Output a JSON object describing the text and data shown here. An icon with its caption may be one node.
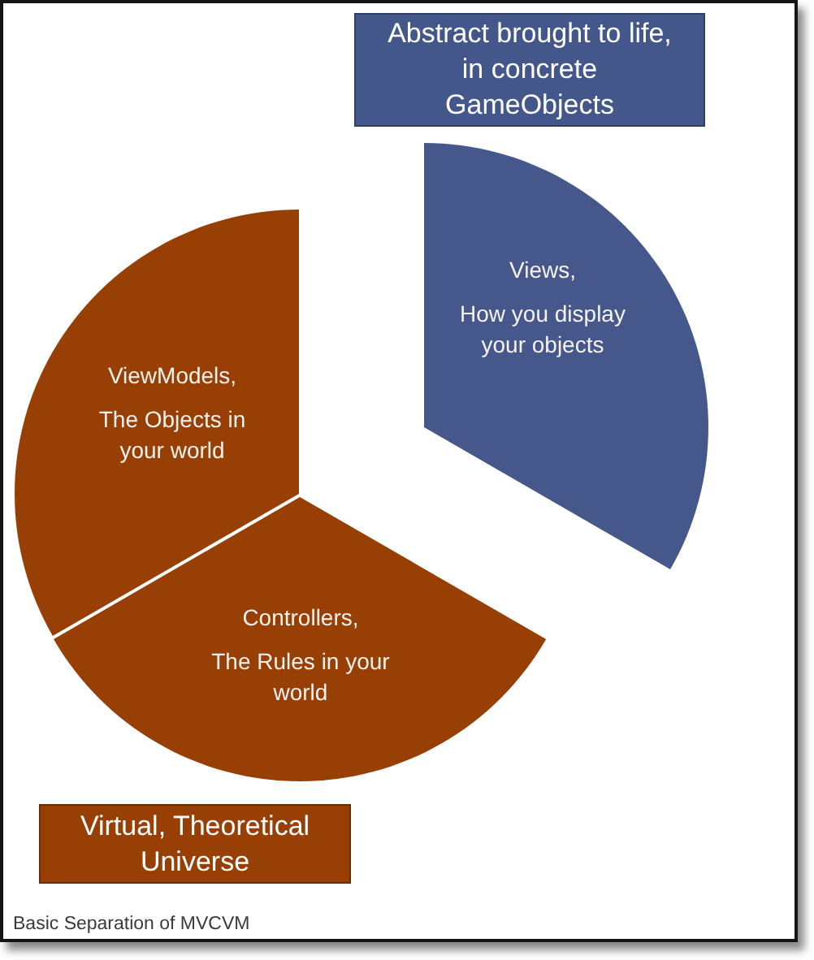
{
  "diagram": {
    "caption": "Basic Separation of MVCVM",
    "nodes": [
      {
        "text": [
          "Abstract brought to life, in concrete GameObjects"
        ]
      },
      {
        "text": [
          "Views,",
          "How you display your objects"
        ]
      },
      {
        "text": [
          "ViewModels,",
          "The Objects in your world"
        ]
      },
      {
        "text": [
          "Controllers,",
          "The Rules in your world"
        ]
      },
      {
        "text": [
          "Virtual, Theoretical Universe"
        ]
      }
    ]
  }
}
